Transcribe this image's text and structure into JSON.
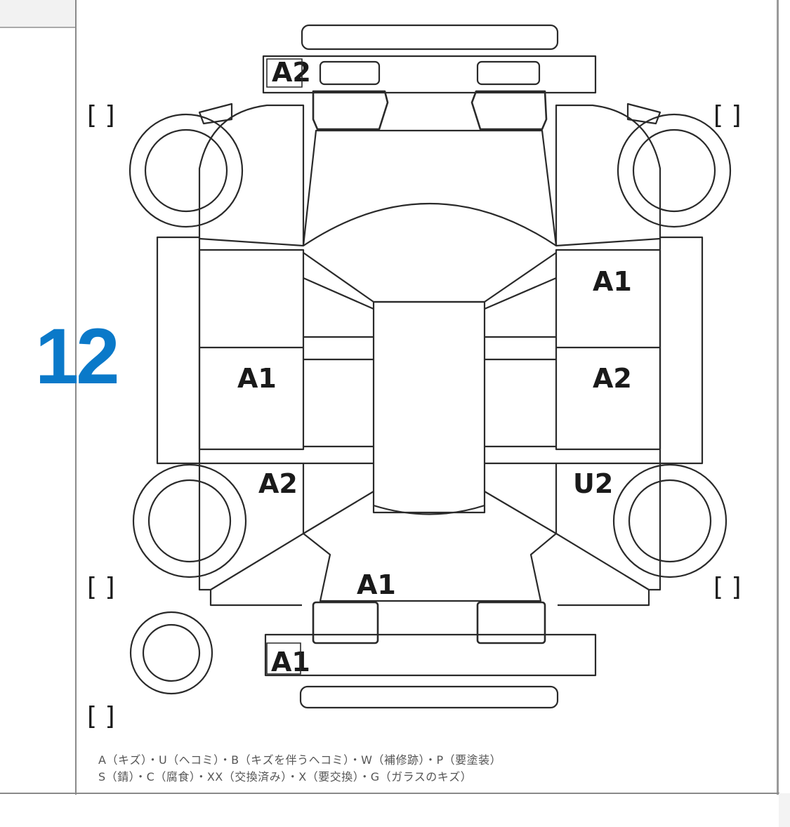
{
  "sheet_number": "12",
  "damage_labels": {
    "front_bumper": "A2",
    "right_front_door": "A1",
    "left_front_door": "A1",
    "right_rear_door": "A2",
    "left_rear_quarter": "A2",
    "right_rear_quarter": "U2",
    "rear_panel": "A1",
    "rear_bumper": "A1"
  },
  "brackets": {
    "top_left": "[ ]",
    "top_right": "[ ]",
    "bottom_left": "[ ]",
    "bottom_right": "[ ]",
    "spare_tire": "[ ]"
  },
  "legend": {
    "line1": "A（キズ）・U（ヘコミ）・B（キズを伴うヘコミ）・W（補修跡）・P（要塗装）",
    "line2": "S（錆）・C（腐食）・XX（交換済み）・X（要交換）・G（ガラスのキズ）"
  },
  "colors": {
    "sheet_number": "#0a79c9",
    "line_art": "#2a2a2a"
  }
}
